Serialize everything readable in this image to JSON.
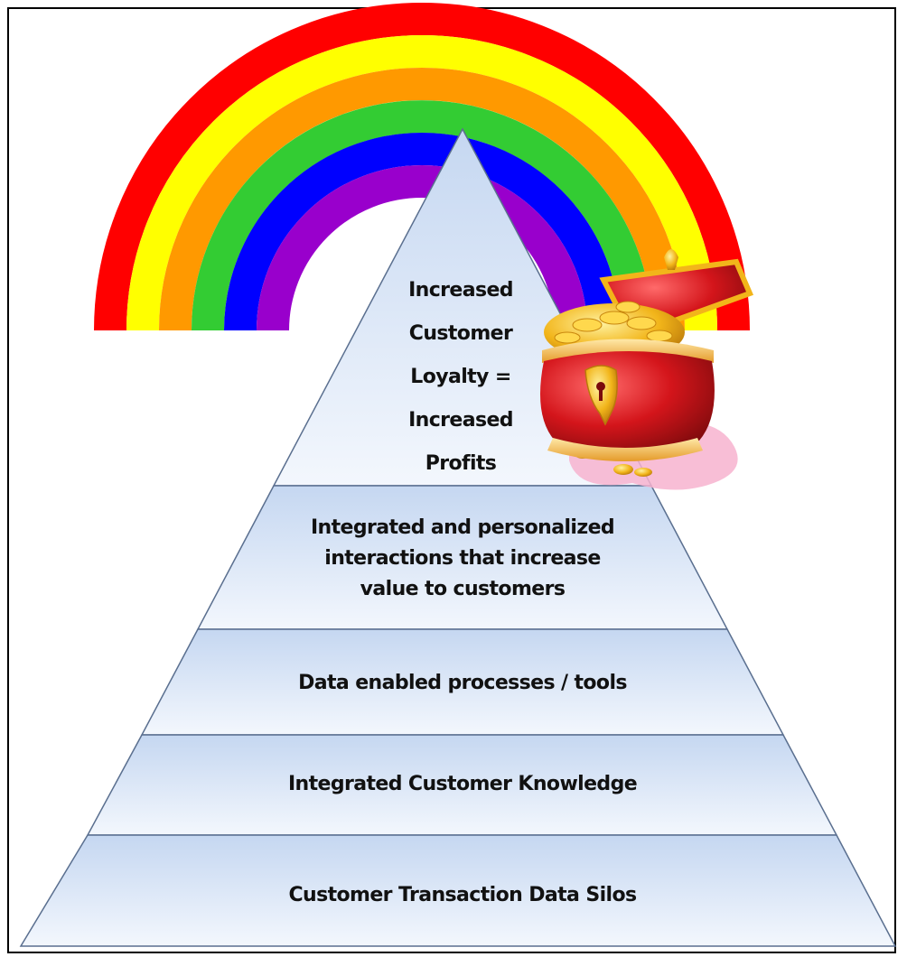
{
  "pyramid": {
    "levels": [
      {
        "lines": [
          "Increased",
          "Customer",
          "Loyalty =",
          "Increased",
          "Profits"
        ]
      },
      {
        "lines": [
          "Integrated and personalized",
          "interactions that increase",
          "value to customers"
        ]
      },
      {
        "lines": [
          "Data enabled processes / tools"
        ]
      },
      {
        "lines": [
          "Integrated Customer Knowledge"
        ]
      },
      {
        "lines": [
          "Customer Transaction Data Silos"
        ]
      }
    ]
  },
  "colors": {
    "rainbow": [
      "#ff0000",
      "#ffff00",
      "#ff9900",
      "#33cc33",
      "#0000ff",
      "#9900cc"
    ],
    "pyramid_top": "#c5d7f1",
    "pyramid_bottom": "#f3f7fd",
    "pyramid_stroke": "#5a6f8f",
    "chest_red": "#d4151b",
    "gold": "#f2b51a"
  }
}
